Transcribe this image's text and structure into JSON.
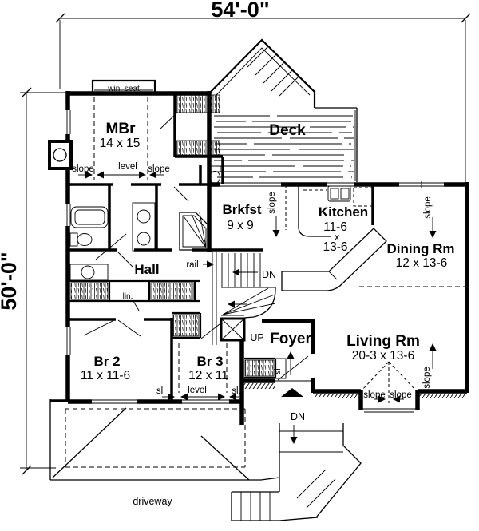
{
  "plan": {
    "dimensions": {
      "width": "54'-0\"",
      "height": "50'-0\""
    },
    "rooms": {
      "master_bedroom": {
        "name": "MBr",
        "size": "14 x 15"
      },
      "deck": {
        "name": "Deck"
      },
      "breakfast": {
        "name": "Brkfst",
        "size": "9 x 9"
      },
      "kitchen": {
        "name": "Kitchen",
        "size_line1": "11-6",
        "size_line2": "x",
        "size_line3": "13-6"
      },
      "dining_room": {
        "name": "Dining Rm",
        "size": "12 x 13-6"
      },
      "living_room": {
        "name": "Living Rm",
        "size": "20-3 x 13-6"
      },
      "foyer": {
        "name": "Foyer"
      },
      "hall": {
        "name": "Hall"
      },
      "bedroom_2": {
        "name": "Br 2",
        "size": "11 x 11-6"
      },
      "bedroom_3": {
        "name": "Br 3",
        "size": "12 x 11"
      }
    },
    "labels": {
      "window_seat": "win. seat",
      "slope": "slope",
      "level": "level",
      "sl": "sl",
      "sl_abbrev": "sl.",
      "rail": "rail",
      "linen": "lin.",
      "down": "DN",
      "up": "UP",
      "driveway": "driveway"
    },
    "colors": {
      "ink": "#000000",
      "paper": "#ffffff"
    }
  }
}
